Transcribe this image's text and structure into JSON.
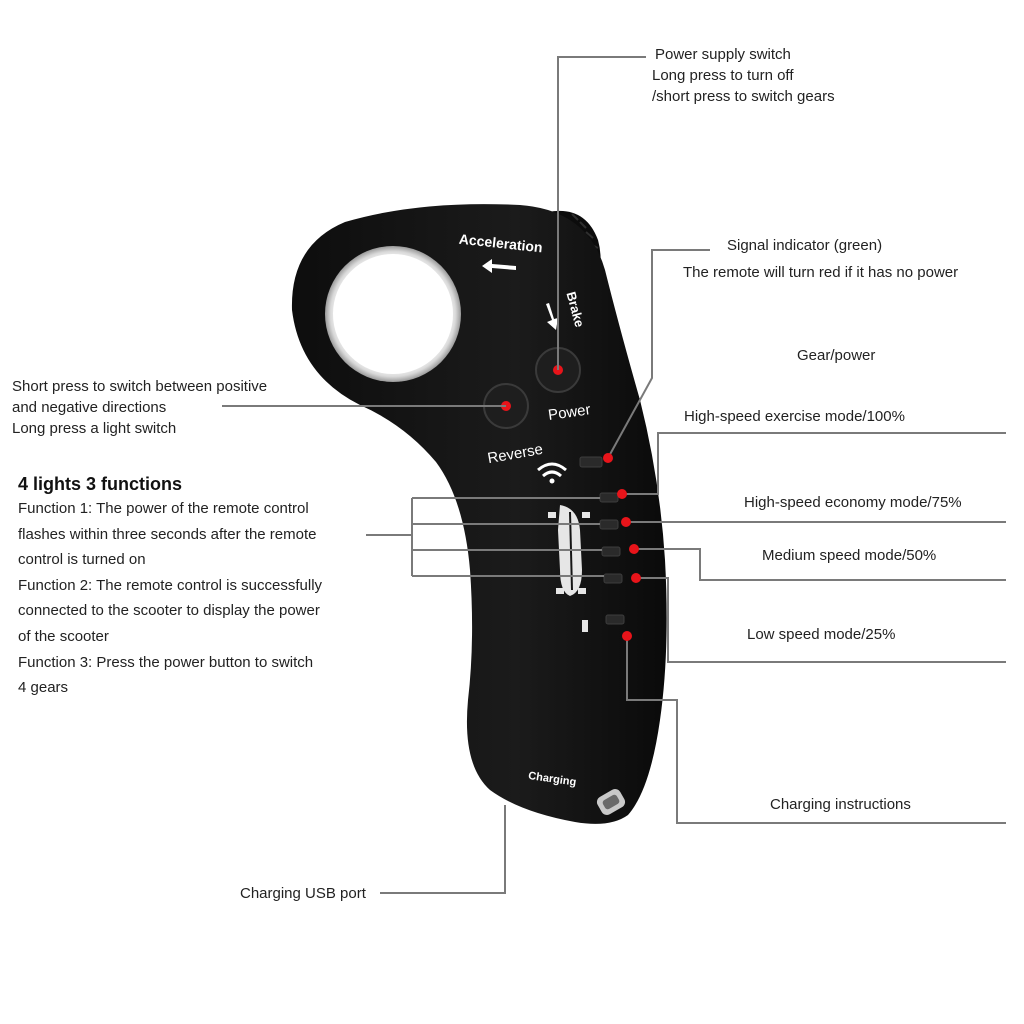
{
  "device": {
    "acceleration": "Acceleration",
    "brake": "Brake",
    "power": "Power",
    "reverse": "Reverse",
    "charging": "Charging"
  },
  "labels": {
    "power_switch": [
      "Power supply switch",
      "Long press to turn off",
      "/short press to switch gears"
    ],
    "signal": [
      "Signal indicator (green)",
      "The remote will turn red if it has no power"
    ],
    "gear_power": "Gear/power",
    "high_exercise": "High-speed exercise mode/100%",
    "high_economy": "High-speed economy mode/75%",
    "medium": "Medium speed mode/50%",
    "low": "Low speed mode/25%",
    "charging_instructions": "Charging instructions",
    "usb_port": "Charging USB port",
    "reverse_switch": [
      "Short press to switch between positive",
      "and negative directions",
      "Long press a light switch"
    ]
  },
  "functions": {
    "title": "4 lights 3 functions",
    "lines": [
      "Function 1: The power of the remote control",
      "flashes within three seconds after the remote",
      "control is turned on",
      "Function 2: The remote control is successfully",
      "connected to the scooter to display the power",
      "of the scooter",
      "Function 3: Press the power button to switch",
      "4 gears"
    ]
  },
  "colors": {
    "device_body": "#151515",
    "indicator_dot": "#e8141a",
    "leader_line": "#7a7a7a"
  }
}
